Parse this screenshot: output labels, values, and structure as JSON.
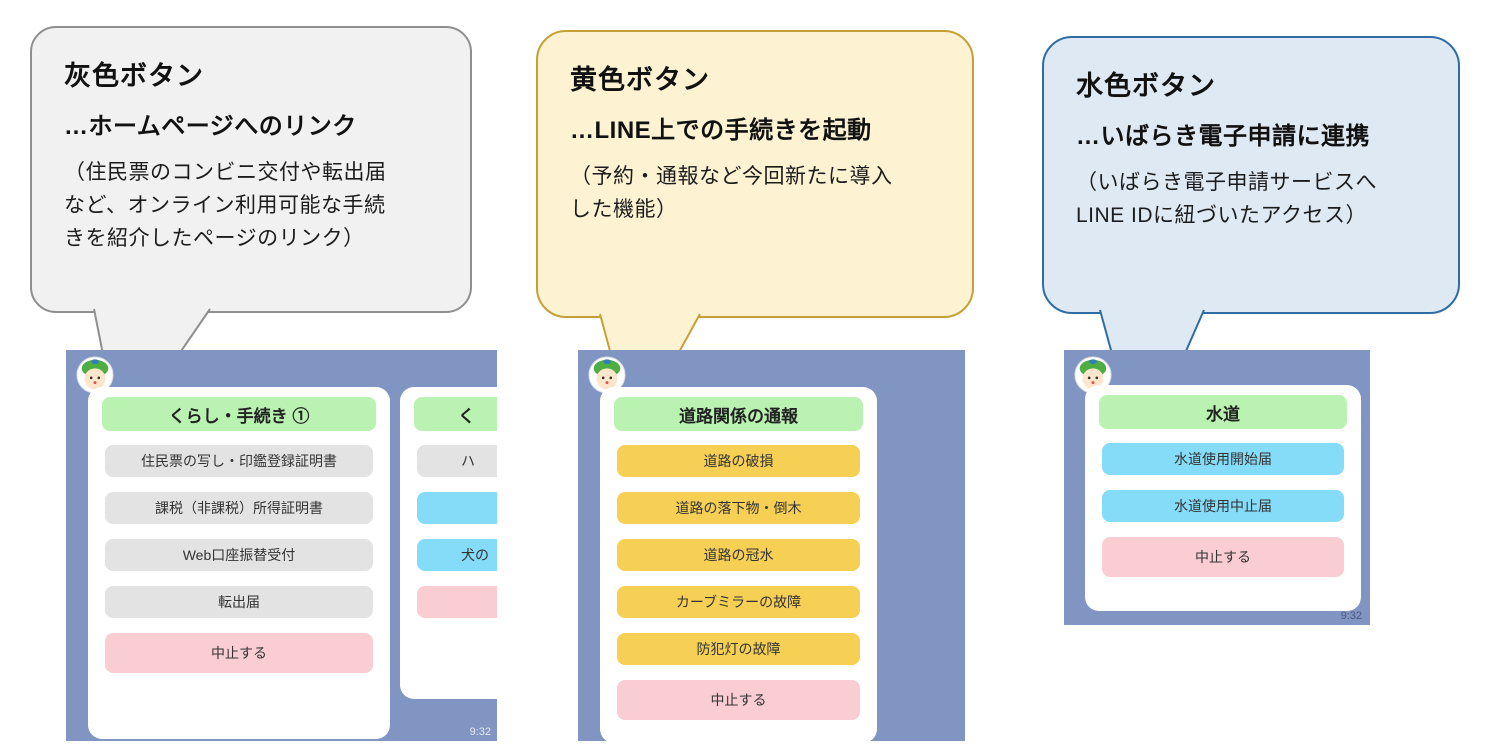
{
  "callouts": [
    {
      "title": "灰色ボタン",
      "subtitle": "…ホームページへのリンク",
      "body": "（住民票のコンビニ交付や転出届\nなど、オンライン利用可能な手続\nきを紹介したページのリンク）",
      "fill": "#f1f1f1",
      "border": "#8f8f8f"
    },
    {
      "title": "黄色ボタン",
      "subtitle": "…LINE上での手続きを起動",
      "body": "（予約・通報など今回新たに導入\nした機能）",
      "fill": "#fdf3d3",
      "border": "#c6a035"
    },
    {
      "title": "水色ボタン",
      "subtitle": "…いばらき電子申請に連携",
      "body": "（いばらき電子申請サービスへ\nLINE IDに紐づいたアクセス）",
      "fill": "#dfe9f3",
      "border": "#2e6da4"
    }
  ],
  "screens": [
    {
      "card": {
        "header": "くらし・手続き ①",
        "buttons": [
          {
            "label": "住民票の写し・印鑑登録証明書",
            "type": "gray"
          },
          {
            "label": "課税（非課税）所得証明書",
            "type": "gray"
          },
          {
            "label": "Web口座振替受付",
            "type": "gray"
          },
          {
            "label": "転出届",
            "type": "gray"
          }
        ],
        "cancel_label": "中止する"
      },
      "partial_card": {
        "header": "く",
        "buttons": [
          {
            "label": "ハ",
            "type": "gray"
          },
          {
            "label": "",
            "type": "cyan"
          },
          {
            "label": "犬の",
            "type": "cyan"
          },
          {
            "label": "",
            "type": "pink"
          }
        ]
      },
      "timestamp": "9:32"
    },
    {
      "card": {
        "header": "道路関係の通報",
        "buttons": [
          {
            "label": "道路の破損",
            "type": "yellow"
          },
          {
            "label": "道路の落下物・倒木",
            "type": "yellow"
          },
          {
            "label": "道路の冠水",
            "type": "yellow"
          },
          {
            "label": "カーブミラーの故障",
            "type": "yellow"
          },
          {
            "label": "防犯灯の故障",
            "type": "yellow"
          }
        ],
        "cancel_label": "中止する"
      }
    },
    {
      "card": {
        "header": "水道",
        "buttons": [
          {
            "label": "水道使用開始届",
            "type": "cyan"
          },
          {
            "label": "水道使用中止届",
            "type": "cyan"
          }
        ],
        "cancel_label": "中止する"
      },
      "timestamp": "9:32"
    }
  ],
  "colors": {
    "chat_background": "#8095c1",
    "menu_header_green": "#b9f2b1",
    "button_gray": "#e3e3e3",
    "button_yellow": "#f6cf55",
    "button_cyan": "#85dcf8",
    "button_pink": "#facdd3"
  }
}
